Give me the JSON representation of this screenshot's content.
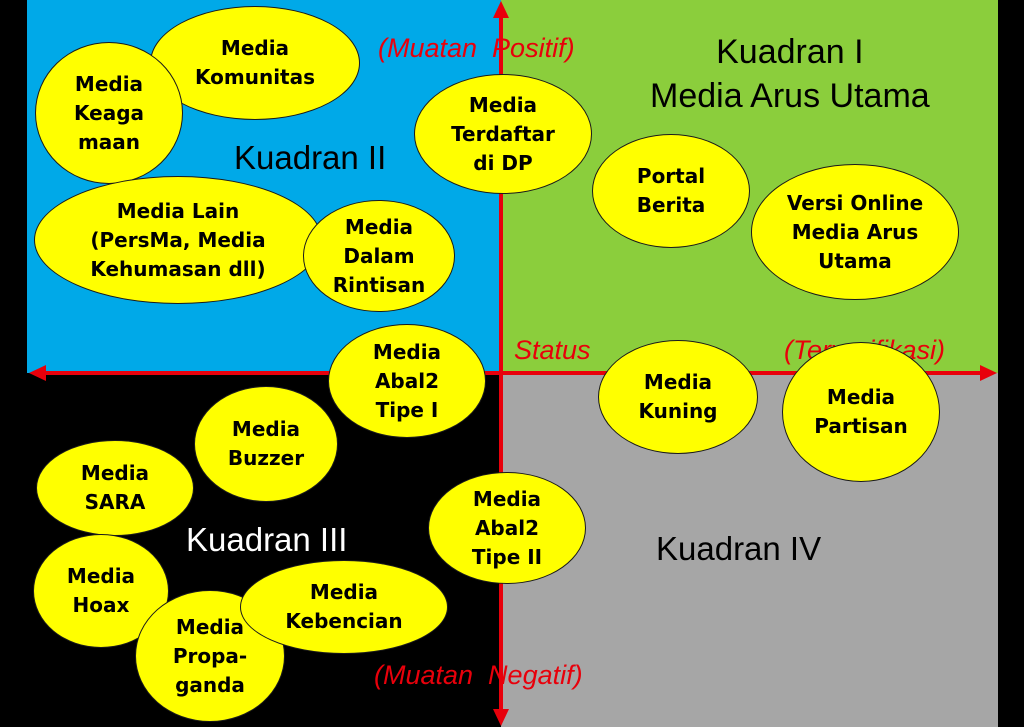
{
  "colors": {
    "quadrant_ii": "#00a9e8",
    "quadrant_i": "#8bce3c",
    "quadrant_iii": "#000000",
    "quadrant_iv": "#a6a6a6",
    "axis": "#e8000b",
    "bubble": "#ffff00"
  },
  "quadrants": {
    "q1_label": "Kuadran I\nMedia Arus Utama",
    "q2_label": "Kuadran II",
    "q3_label": "Kuadran III",
    "q4_label": "Kuadran IV"
  },
  "axis_labels": {
    "top": "(Muatan  Positif)",
    "bottom": "(Muatan  Negatif)",
    "status": "Status",
    "right": "(Terverifikasi)"
  },
  "bubbles": {
    "komunitas": "Media\nKomunitas",
    "keagamaan": "Media\nKeaga\nmaan",
    "terdaftar": "Media\nTerdaftar\ndi DP",
    "lain": "Media Lain\n(PersMa, Media\nKehumasan dll)",
    "rintisan": "Media\nDalam\nRintisan",
    "portal": "Portal\nBerita",
    "versi_online": "Versi Online\nMedia Arus\nUtama",
    "abal_1": "Media\nAbal2\nTipe I",
    "kuning": "Media\nKuning",
    "partisan": "Media\nPartisan",
    "buzzer": "Media\nBuzzer",
    "sara": "Media\nSARA",
    "abal_2": "Media\nAbal2\nTipe II",
    "hoax": "Media\nHoax",
    "kebencian": "Media\nKebencian",
    "propaganda": "Media\nPropa-\nganda"
  }
}
